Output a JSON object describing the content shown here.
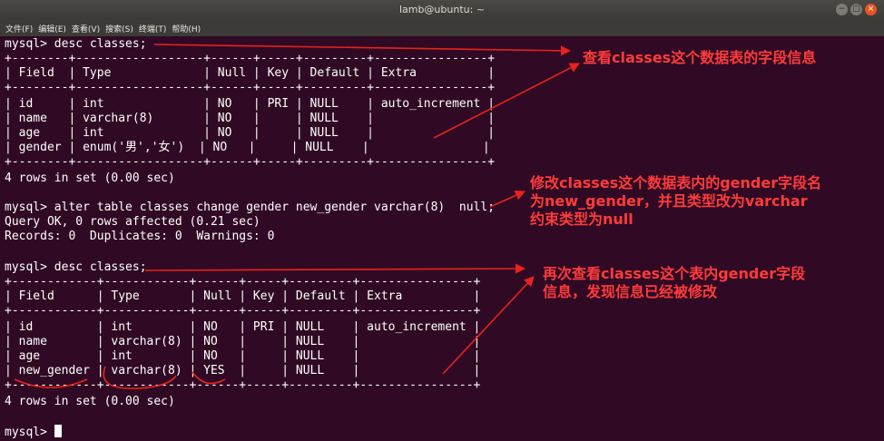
{
  "window": {
    "title": "lamb@ubuntu: ~",
    "controls": [
      {
        "icon": "minimize-icon",
        "glyph": "−"
      },
      {
        "icon": "maximize-icon",
        "glyph": "□"
      },
      {
        "icon": "close-icon",
        "glyph": "×"
      }
    ]
  },
  "menubar": {
    "items": [
      "文件(F)",
      "编辑(E)",
      "查看(V)",
      "搜索(S)",
      "终端(T)",
      "帮助(H)"
    ]
  },
  "terminal": {
    "lines": [
      "mysql> desc classes;",
      "+--------+------------------+------+-----+---------+----------------+",
      "| Field  | Type             | Null | Key | Default | Extra          |",
      "+--------+------------------+------+-----+---------+----------------+",
      "| id     | int              | NO   | PRI | NULL    | auto_increment |",
      "| name   | varchar(8)       | NO   |     | NULL    |                |",
      "| age    | int              | NO   |     | NULL    |                |",
      "| gender | enum('男','女')  | NO   |     | NULL    |                |",
      "+--------+------------------+------+-----+---------+----------------+",
      "4 rows in set (0.00 sec)",
      "",
      "mysql> alter table classes change gender new_gender varchar(8)  null;",
      "Query OK, 0 rows affected (0.21 sec)",
      "Records: 0  Duplicates: 0  Warnings: 0",
      "",
      "mysql> desc classes;",
      "+------------+------------+------+-----+---------+----------------+",
      "| Field      | Type       | Null | Key | Default | Extra          |",
      "+------------+------------+------+-----+---------+----------------+",
      "| id         | int        | NO   | PRI | NULL    | auto_increment |",
      "| name       | varchar(8) | NO   |     | NULL    |                |",
      "| age        | int        | NO   |     | NULL    |                |",
      "| new_gender | varchar(8) | YES  |     | NULL    |                |",
      "+------------+------------+------+-----+---------+----------------+",
      "4 rows in set (0.00 sec)",
      "",
      "mysql> "
    ]
  },
  "annotations": [
    {
      "text": "查看classes这个数据表的字段信息"
    },
    {
      "text": "修改classes这个数据表内的gender字段名"
    },
    {
      "text": "为new_gender，并且类型改为varchar"
    },
    {
      "text": "约束类型为null"
    },
    {
      "text": "再次查看classes这个表内gender字段"
    },
    {
      "text": "信息，发现信息已经被修改"
    }
  ],
  "colors": {
    "terminal_bg": "#300a24",
    "terminal_fg": "#ffffff",
    "annotation": "#ff3b3b"
  }
}
